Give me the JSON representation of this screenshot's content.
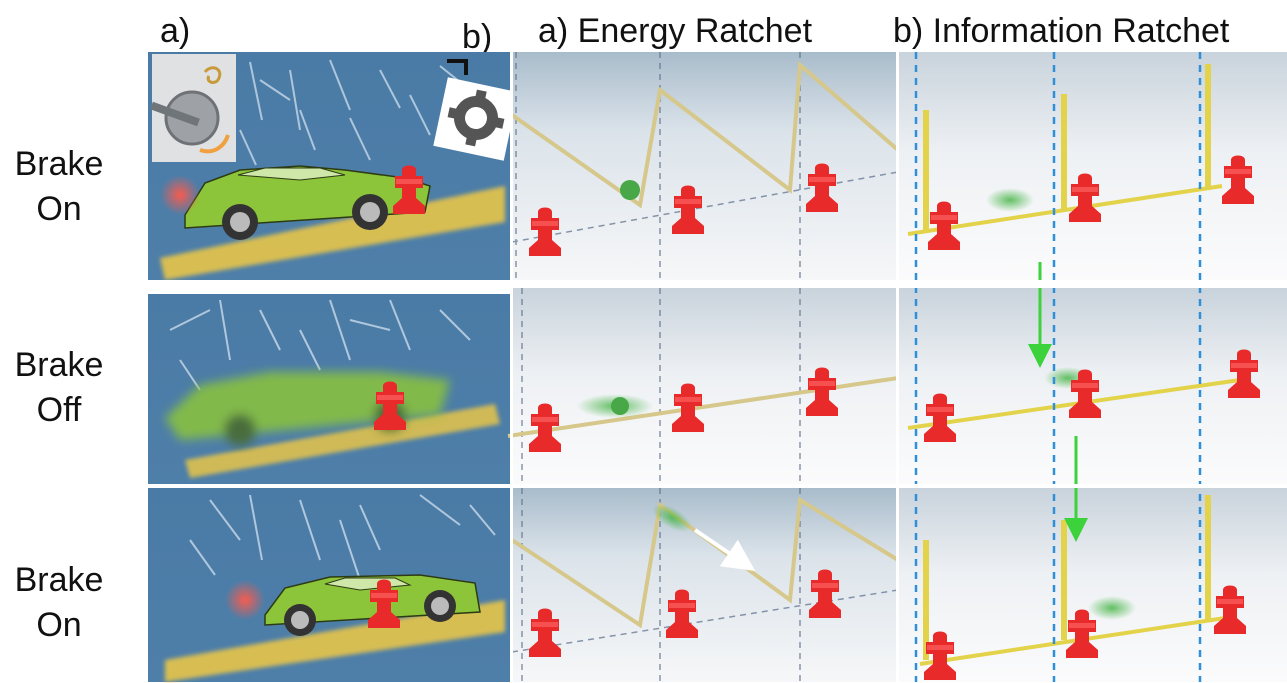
{
  "labels": {
    "col_a": "a)",
    "col_b": "b)",
    "energy_title": "a)  Energy Ratchet",
    "info_title": "b)  Information Ratchet"
  },
  "rows": [
    {
      "line1": "Brake",
      "line2": "On"
    },
    {
      "line1": "Brake",
      "line2": "Off"
    },
    {
      "line1": "Brake",
      "line2": "On"
    }
  ],
  "colors": {
    "sky_blue": "#4f7ea8",
    "car_green": "#8cc43a",
    "brake_red": "#e82a2a",
    "track_yellow": "#e3d34a",
    "ratchet_line": "#d6c78a",
    "dashed_blue": "#2f8fd8",
    "arrow_green": "#3bd23b"
  },
  "icons": [
    "gear-icon",
    "ratchet-mechanism-icon"
  ]
}
